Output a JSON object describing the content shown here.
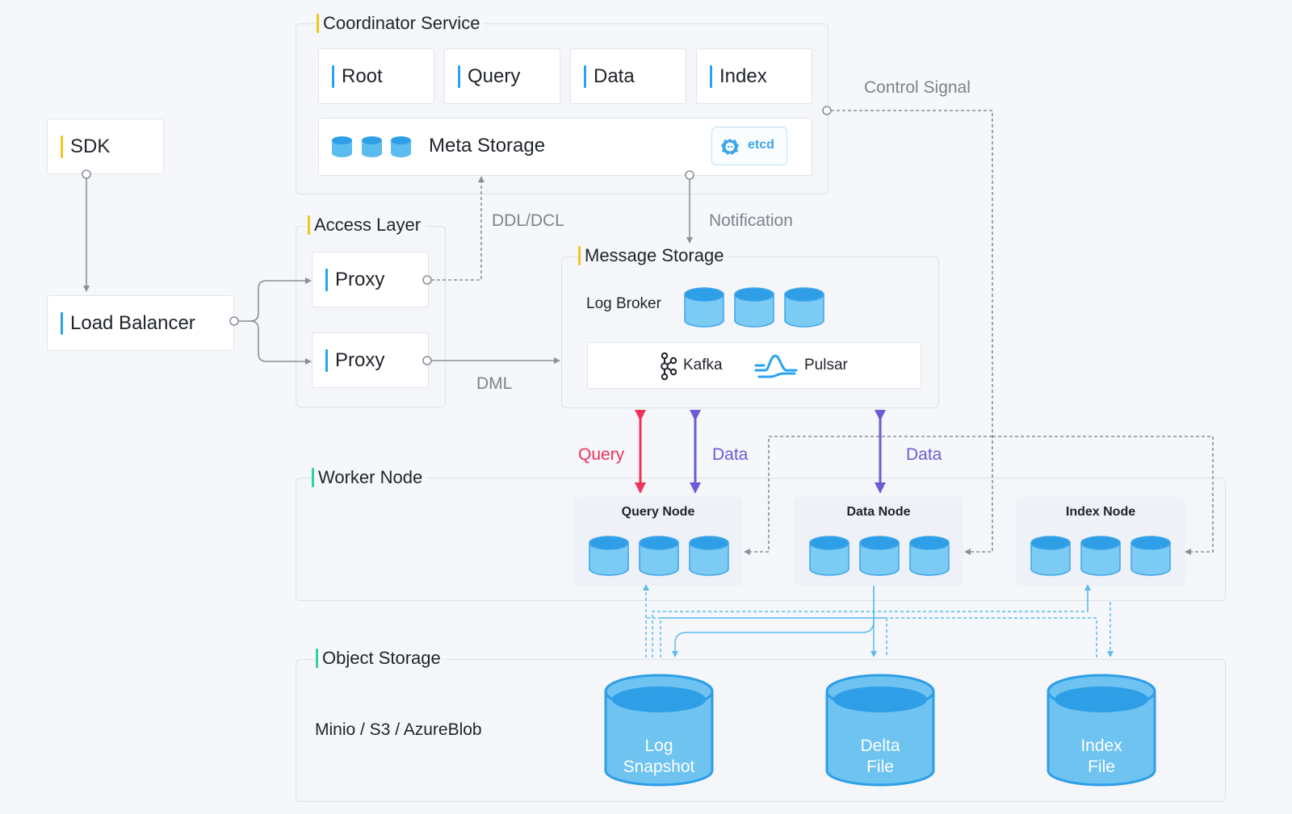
{
  "coordinator": {
    "title": "Coordinator Service",
    "components": [
      "Root",
      "Query",
      "Data",
      "Index"
    ],
    "meta_storage": "Meta Storage",
    "etcd": "etcd"
  },
  "sdk": "SDK",
  "load_balancer": "Load Balancer",
  "access_layer": {
    "title": "Access Layer",
    "proxies": [
      "Proxy",
      "Proxy"
    ]
  },
  "message_storage": {
    "title": "Message Storage",
    "log_broker": "Log Broker",
    "kafka": "Kafka",
    "pulsar": "Pulsar"
  },
  "worker": {
    "title": "Worker Node",
    "nodes": [
      "Query Node",
      "Data Node",
      "Index Node"
    ]
  },
  "object_storage": {
    "title": "Object Storage",
    "backends": "Minio / S3 / AzureBlob",
    "files": [
      {
        "line1": "Log",
        "line2": "Snapshot"
      },
      {
        "line1": "Delta",
        "line2": "File"
      },
      {
        "line1": "Index",
        "line2": "File"
      }
    ]
  },
  "edges": {
    "control_signal": "Control Signal",
    "ddl_dcl": "DDL/DCL",
    "notification": "Notification",
    "dml": "DML",
    "query": "Query",
    "data_1": "Data",
    "data_2": "Data"
  },
  "colors": {
    "accent_yellow": "#f5c518",
    "accent_blue": "#29a3f0",
    "accent_green": "#2fd1a5",
    "query_arrow": "#f0325a",
    "data_arrow": "#6b5bd6",
    "cylinder": "#5bbcef"
  }
}
